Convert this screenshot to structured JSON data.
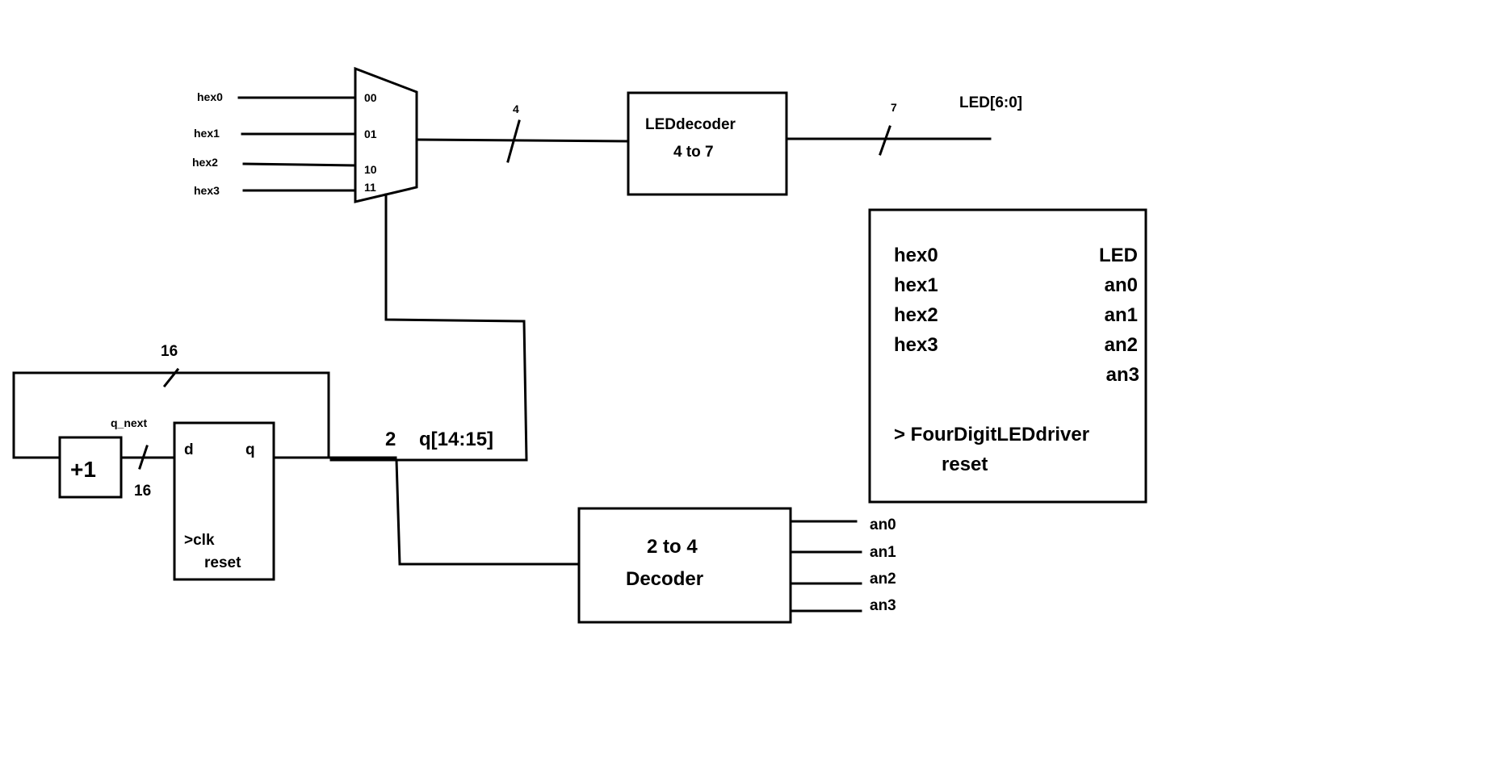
{
  "mux": {
    "inputs": [
      "hex0",
      "hex1",
      "hex2",
      "hex3"
    ],
    "selects": [
      "00",
      "01",
      "10",
      "11"
    ]
  },
  "bus_labels": {
    "mux_out": "4",
    "led_out": "7",
    "led_name": "LED[6:0]",
    "feedback": "16",
    "q_next": "q_next",
    "counter_out": "16",
    "select_width": "2",
    "select_name": "q[14:15]"
  },
  "led_decoder": {
    "line1": "LEDdecoder",
    "line2": "4 to 7"
  },
  "incrementer": {
    "label": "+1"
  },
  "register": {
    "d": "d",
    "q": "q",
    "clk": ">clk",
    "reset": "reset"
  },
  "decoder_2to4": {
    "line1": "2 to 4",
    "line2": "Decoder",
    "outputs": [
      "an0",
      "an1",
      "an2",
      "an3"
    ]
  },
  "module_box": {
    "inputs": [
      "hex0",
      "hex1",
      "hex2",
      "hex3"
    ],
    "outputs": [
      "LED",
      "an0",
      "an1",
      "an2",
      "an3"
    ],
    "name": "> FourDigitLEDdriver",
    "reset": "reset"
  }
}
